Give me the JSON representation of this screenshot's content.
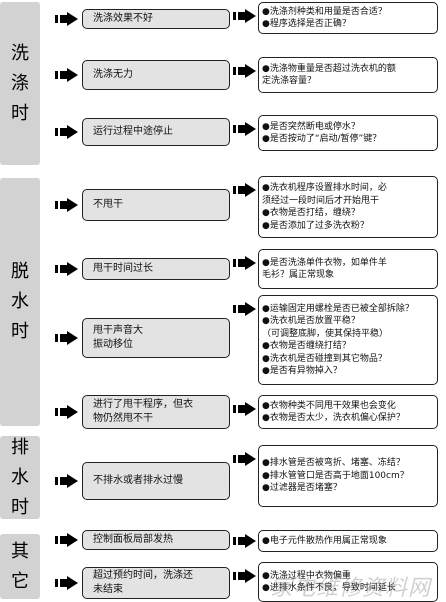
{
  "sections": [
    {
      "label": "洗涤时"
    },
    {
      "label": "脱水时"
    },
    {
      "label": "排水时"
    },
    {
      "label": "其它"
    }
  ],
  "rows": [
    {
      "issue": [
        "洗涤效果不好"
      ],
      "causes": [
        "●洗涤剂种类和用量是否合适？",
        "●程序选择是否正确？"
      ]
    },
    {
      "issue": [
        "洗涤无力"
      ],
      "causes": [
        "●洗涤物重量是否超过洗衣机的额",
        "定洗涤容量？"
      ]
    },
    {
      "issue": [
        "运行过程中途停止"
      ],
      "causes": [
        "●是否突然断电或停水？",
        "●是否按动了“启动/暂停”键？"
      ]
    },
    {
      "issue": [
        "不甩干"
      ],
      "causes": [
        "●洗衣机程序设置排水时间，必",
        "须经过一段时间后才开始甩干",
        "●衣物是否打结，缠绕？",
        "●是否添加了过多洗衣粉？"
      ]
    },
    {
      "issue": [
        "甩干时间过长"
      ],
      "causes": [
        "●是否洗涤单件衣物，如单件羊",
        "毛衫？属正常现象"
      ]
    },
    {
      "issue": [
        "甩干声音大",
        "振动移位"
      ],
      "causes": [
        "●运输固定用螺栓是否已被全部拆除？",
        "●洗衣机是否放置平稳？",
        "（可调整底脚，使其保持平稳）",
        "●衣物是否缠绕打结？",
        "●洗衣机是否碰撞到其它物品？",
        "●是否有异物掉入？"
      ]
    },
    {
      "issue": [
        "进行了甩干程序，但衣",
        "物仍然甩不干"
      ],
      "causes": [
        "●衣物种类不同甩干效果也会变化",
        "●衣物是否太少，洗衣机偏心保护？"
      ]
    },
    {
      "issue": [
        "不排水或者排水过慢"
      ],
      "causes": [
        "●排水管是否被弯折、堵塞、冻结？",
        "●排水管管口是否高于地面100cm？",
        "●过滤器是否堵塞？"
      ]
    },
    {
      "issue": [
        "控制面板局部发热"
      ],
      "causes": [
        "●电子元件散热作用属正常现象"
      ]
    },
    {
      "issue": [
        "超过预约时间，洗涤还",
        "未结束"
      ],
      "causes": [
        "●洗涤过程中衣物偏重",
        "●进排水条件不良，导致时间延长"
      ]
    }
  ],
  "watermark": "家电维修资料网"
}
